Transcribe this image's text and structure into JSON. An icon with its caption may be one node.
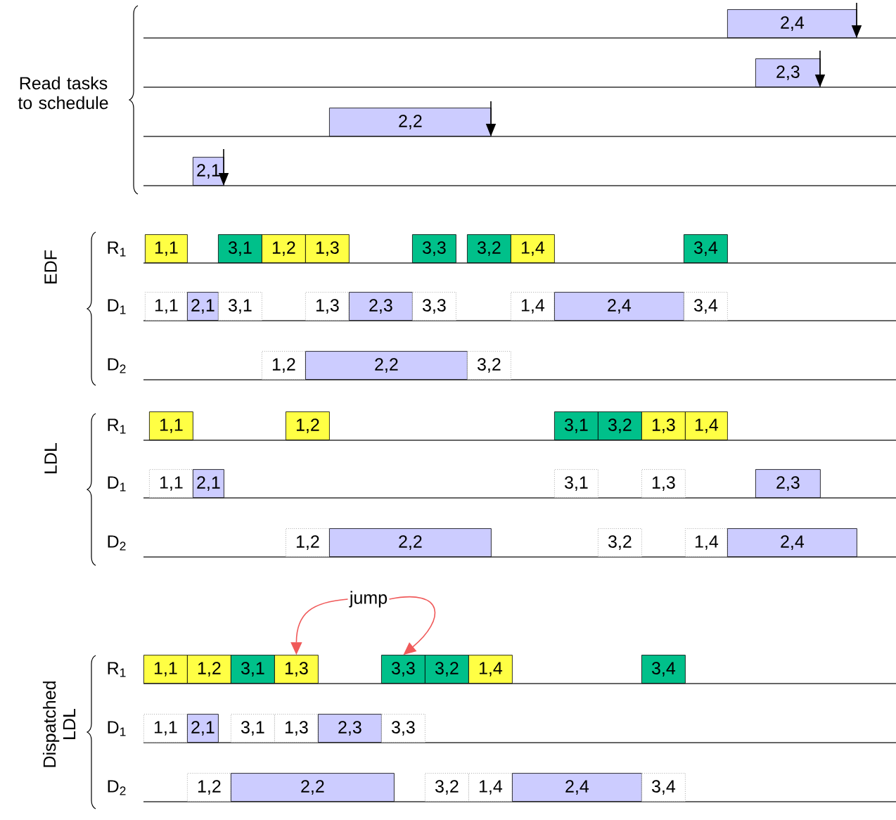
{
  "diagram": {
    "nodes": [
      {
        "text": [
          "2,4"
        ]
      },
      {
        "text": [
          "2,3"
        ]
      },
      {
        "text": [
          "2,2"
        ]
      },
      {
        "text": [
          "2,1"
        ]
      },
      {
        "text": [
          "1,1"
        ]
      },
      {
        "text": [
          "3,1"
        ]
      },
      {
        "text": [
          "1,2"
        ]
      },
      {
        "text": [
          "1,3"
        ]
      },
      {
        "text": [
          "3,3"
        ]
      },
      {
        "text": [
          "3,2"
        ]
      },
      {
        "text": [
          "1,4"
        ]
      },
      {
        "text": [
          "3,4"
        ]
      },
      {
        "text": [
          "1,1"
        ]
      },
      {
        "text": [
          "2,1"
        ]
      },
      {
        "text": [
          "3,1"
        ]
      },
      {
        "text": [
          "1,3"
        ]
      },
      {
        "text": [
          "2,3"
        ]
      },
      {
        "text": [
          "3,3"
        ]
      },
      {
        "text": [
          "1,4"
        ]
      },
      {
        "text": [
          "2,4"
        ]
      },
      {
        "text": [
          "3,4"
        ]
      },
      {
        "text": [
          "1,2"
        ]
      },
      {
        "text": [
          "2,2"
        ]
      },
      {
        "text": [
          "3,2"
        ]
      },
      {
        "text": [
          "1,1"
        ]
      },
      {
        "text": [
          "1,2"
        ]
      },
      {
        "text": [
          "3,1"
        ]
      },
      {
        "text": [
          "3,2"
        ]
      },
      {
        "text": [
          "1,3"
        ]
      },
      {
        "text": [
          "1,4"
        ]
      },
      {
        "text": [
          "1,1"
        ]
      },
      {
        "text": [
          "2,1"
        ]
      },
      {
        "text": [
          "3,1"
        ]
      },
      {
        "text": [
          "1,3"
        ]
      },
      {
        "text": [
          "2,3"
        ]
      },
      {
        "text": [
          "1,2"
        ]
      },
      {
        "text": [
          "2,2"
        ]
      },
      {
        "text": [
          "3,2"
        ]
      },
      {
        "text": [
          "1,4"
        ]
      },
      {
        "text": [
          "2,4"
        ]
      },
      {
        "text": [
          "jump"
        ]
      },
      {
        "text": [
          "1,1"
        ]
      },
      {
        "text": [
          "1,2"
        ]
      },
      {
        "text": [
          "3,1"
        ]
      },
      {
        "text": [
          "1,3"
        ]
      },
      {
        "text": [
          "3,3"
        ]
      },
      {
        "text": [
          "3,2"
        ]
      },
      {
        "text": [
          "1,4"
        ]
      },
      {
        "text": [
          "3,4"
        ]
      },
      {
        "text": [
          "1,1"
        ]
      },
      {
        "text": [
          "2,1"
        ]
      },
      {
        "text": [
          "3,1"
        ]
      },
      {
        "text": [
          "1,3"
        ]
      },
      {
        "text": [
          "2,3"
        ]
      },
      {
        "text": [
          "3,3"
        ]
      },
      {
        "text": [
          "1,2"
        ]
      },
      {
        "text": [
          "2,2"
        ]
      },
      {
        "text": [
          "3,2"
        ]
      },
      {
        "text": [
          "1,4"
        ]
      },
      {
        "text": [
          "2,4"
        ]
      },
      {
        "text": [
          "3,4"
        ]
      }
    ],
    "edges": [
      {
        "from": 40,
        "to": 44,
        "arrow": "to"
      },
      {
        "from": 40,
        "to": 45,
        "arrow": "to"
      }
    ],
    "labels": [
      "Read tasks to schedule",
      "EDF",
      "R$_{1}$",
      "D$_{1}$",
      "D$_{2}$",
      "LDL",
      "R$_{1}$",
      "D$_{1}$",
      "D$_{2}$",
      "Dispatched LDL",
      "R$_{1}$",
      "D$_{1}$",
      "D$_{2}$"
    ]
  }
}
